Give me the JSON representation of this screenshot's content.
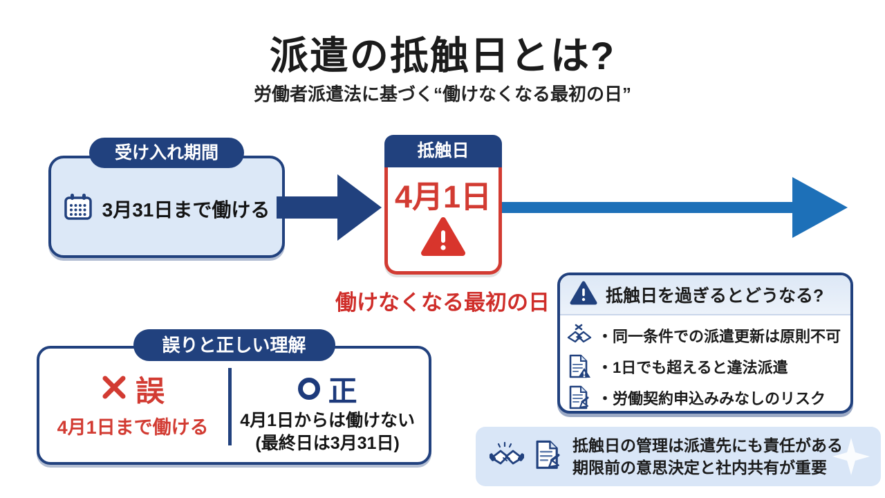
{
  "page": {
    "title": "派遣の抵触日とは?",
    "subtitle": "労働者派遣法に基づく“働けなくなる最初の日”"
  },
  "colors": {
    "navy": "#21417e",
    "red": "#d23b32",
    "light_blue": "#dce8f7",
    "arrow_blue": "#1d70b8"
  },
  "acceptance_box": {
    "badge": "受け入れ期間",
    "icon": "calendar-icon",
    "text": "3月31日まで働ける"
  },
  "conflict_box": {
    "header": "抵触日",
    "date": "4月1日",
    "icon": "warning-triangle-icon",
    "caption": "働けなくなる最初の日"
  },
  "consequences_box": {
    "icon": "warning-triangle-icon",
    "title": "抵触日を過ぎるとどうなる?",
    "items": [
      {
        "icon": "handshake-x-icon",
        "text": "・同一条件での派遣更新は原則不可"
      },
      {
        "icon": "document-warning-icon",
        "text": "・1日でも超えると違法派遣"
      },
      {
        "icon": "document-pen-icon",
        "text": "・労働契約申込みみなしのリスク"
      }
    ]
  },
  "understanding_box": {
    "badge": "誤りと正しい理解",
    "wrong": {
      "mark": "✕",
      "label": "誤",
      "text": "4月1日まで働ける"
    },
    "right": {
      "mark": "〇",
      "label": "正",
      "line1": "4月1日からは働けない",
      "line2": "(最終日は3月31日)"
    }
  },
  "note_box": {
    "icons": [
      "handshake-icon",
      "document-pen-icon"
    ],
    "line1": "抵触日の管理は派遣先にも責任がある",
    "line2": "期限前の意思決定と社内共有が重要"
  }
}
